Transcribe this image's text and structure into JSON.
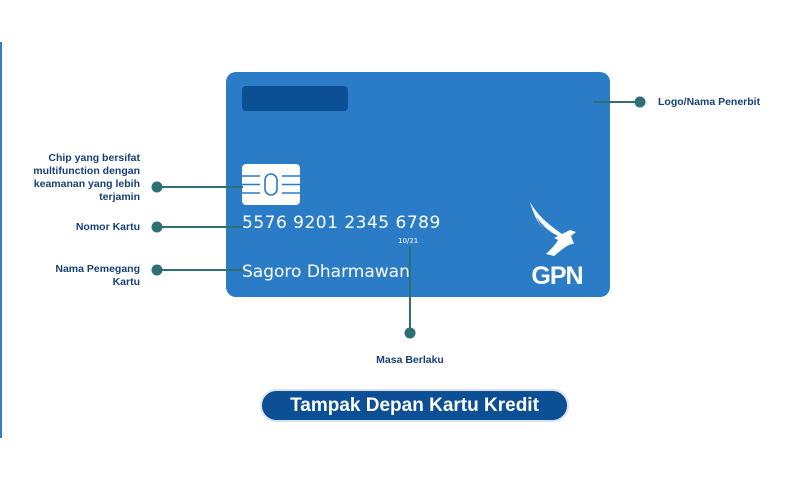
{
  "card": {
    "number": "5576 9201 2345 6789",
    "expiry": "10/21",
    "holder_name": "Sagoro Dharmawan",
    "brand_text": "GPN"
  },
  "callouts": {
    "issuer": "Logo/Nama Penerbit",
    "chip": "Chip yang bersifat multifunction dengan keamanan yang lebih terjamin",
    "number": "Nomor Kartu",
    "holder": "Nama Pemegang Kartu",
    "expiry": "Masa Berlaku"
  },
  "caption": "Tampak Depan Kartu Kredit",
  "colors": {
    "card": "#2a7cc7",
    "dark_blue": "#0c4f95",
    "callout_line": "#2e6f74",
    "label_text": "#17407a"
  }
}
